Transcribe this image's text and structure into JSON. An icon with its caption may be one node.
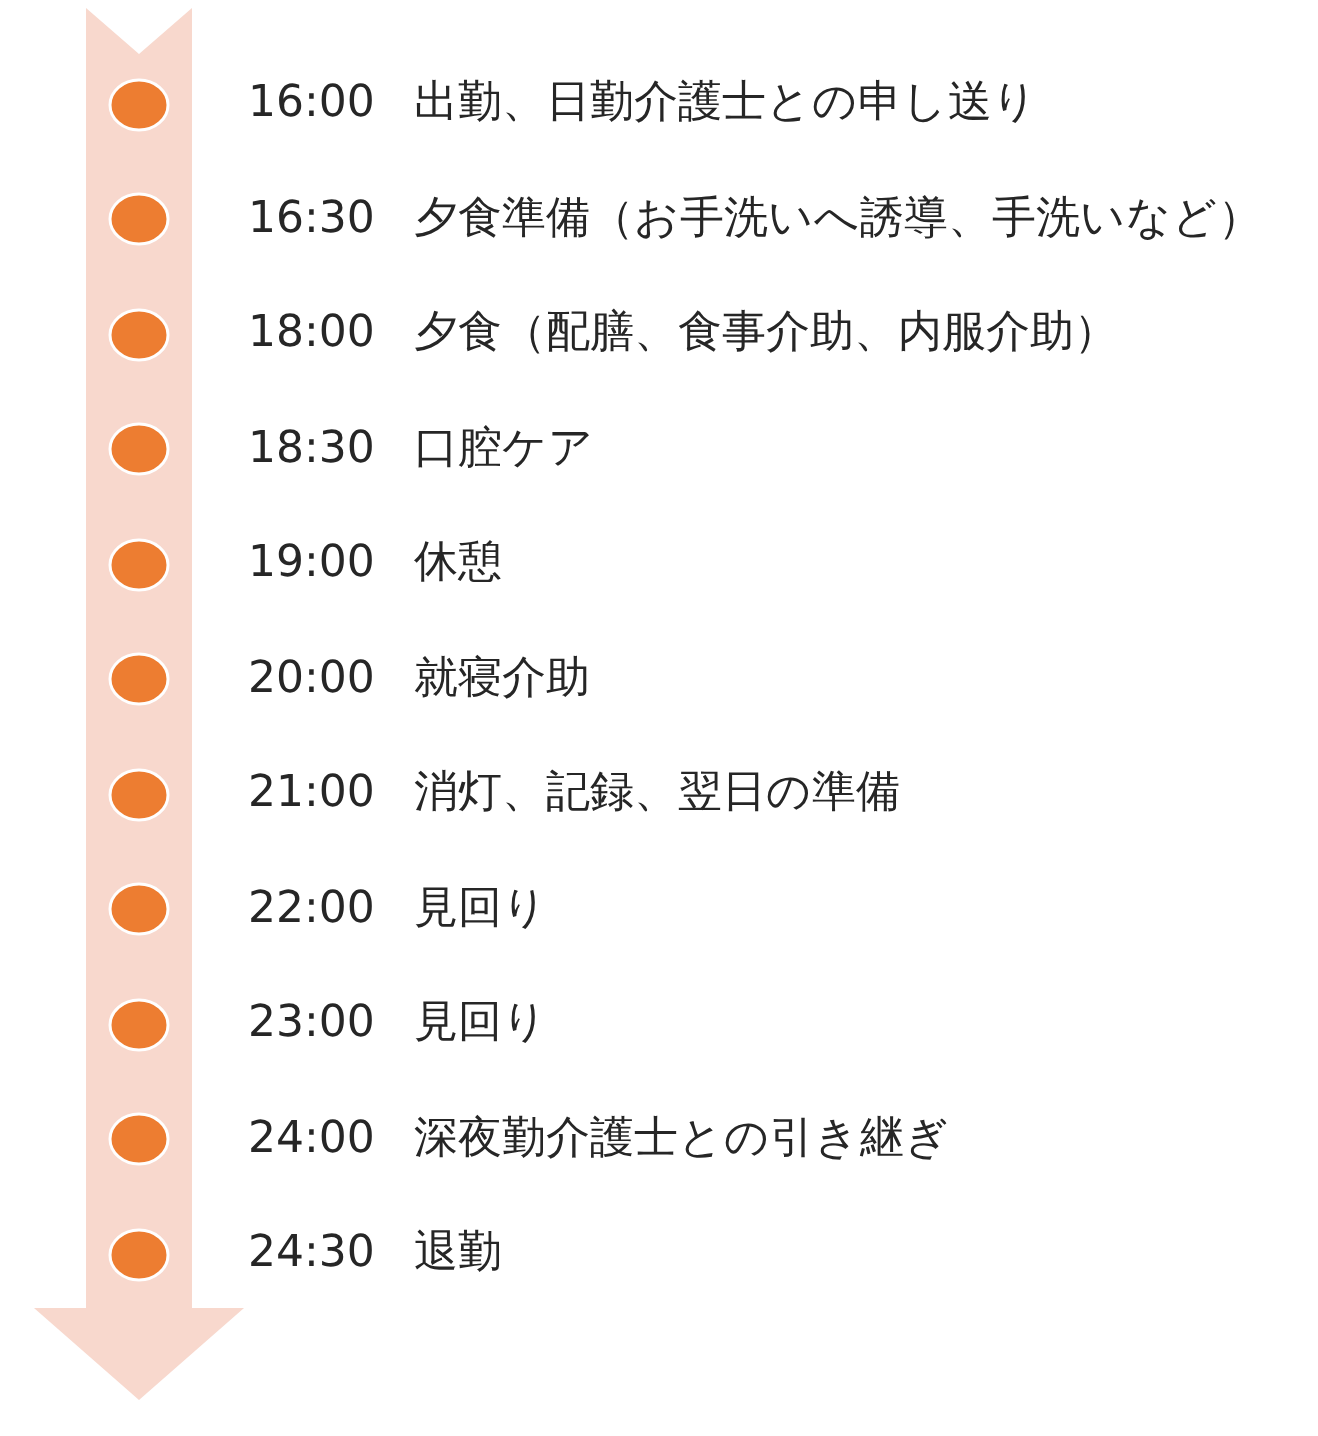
{
  "diagram": {
    "labels": [
      "16:00",
      "出勤、日勤介護士との申し送り",
      "16:30",
      "夕食準備（お手洗いへ誘導、手洗いなど）",
      "18:00",
      "夕食（配膳、食事介助、内服介助）",
      "18:30",
      "口腔ケア",
      "19:00",
      "休憩",
      "20:00",
      "就寝介助",
      "21:00",
      "消灯、記録、翌日の準備",
      "22:00",
      "見回り",
      "23:00",
      "見回り",
      "24:00",
      "深夜勤介護士との引き継ぎ",
      "24:30",
      "退勤"
    ]
  }
}
